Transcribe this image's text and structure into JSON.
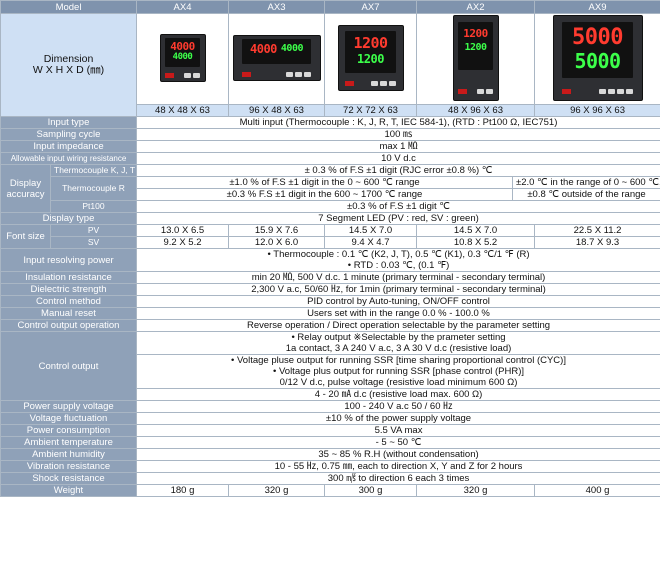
{
  "header": {
    "model": "Model",
    "models": [
      "AX4",
      "AX3",
      "AX7",
      "AX2",
      "AX9"
    ]
  },
  "dimension": {
    "label_line1": "Dimension",
    "label_line2": "W X H X D (㎜)",
    "sizes": [
      "48 X 48 X 63",
      "96 X 48 X 63",
      "72 X 72 X 63",
      "48 X 96 X 63",
      "96 X 96 X 63"
    ],
    "displays": [
      {
        "pv": "4000",
        "sv": "4000"
      },
      {
        "pv": "4000",
        "sv": "4000"
      },
      {
        "pv": "1200",
        "sv": "1200"
      },
      {
        "pv": "1200",
        "sv": "1200"
      },
      {
        "pv": "5000",
        "sv": "5000"
      }
    ]
  },
  "input_type": {
    "label": "Input type",
    "value": "Multi input (Thermocouple : K, J, R, T, IEC 584-1), (RTD : Pt100 Ω, IEC751)"
  },
  "sampling_cycle": {
    "label": "Sampling cycle",
    "value": "100 ㎳"
  },
  "input_impedance": {
    "label": "Input impedance",
    "value": "max 1 ㏁"
  },
  "wiring_resistance": {
    "label": "Allowable input wiring resistance",
    "value": "10 V d.c"
  },
  "display_accuracy": {
    "label_line1": "Display",
    "label_line2": "accuracy",
    "tc_kjt_label": "Thermocouple K, J, T",
    "tc_kjt_value": "± 0.3 % of F.S ±1 digit (RJC error ±0.8 %) ℃",
    "tc_r_label": "Thermocouple R",
    "tc_r_left1": "±1.0 % of F.S ±1 digit in the 0 ~ 600 ℃ range",
    "tc_r_left2": "±0.3 % F.S ±1 digit in the 600 ~ 1700 ℃ range",
    "tc_r_right1": "±2.0 ℃ in the range of 0 ~ 600 ℃,",
    "tc_r_right2": "±0.8 ℃ outside of the range",
    "pt100_label": "Pt100",
    "pt100_value": "±0.3 % of F.S ±1 digit ℃"
  },
  "display_type": {
    "label": "Display type",
    "value": "7 Segment LED (PV : red, SV : green)"
  },
  "font_size": {
    "label": "Font size",
    "pv_label": "PV",
    "sv_label": "SV",
    "pv": [
      "13.0 X 6.5",
      "15.9 X 7.6",
      "14.5 X 7.0",
      "14.5 X 7.0",
      "22.5 X 11.2"
    ],
    "sv": [
      "9.2 X 5.2",
      "12.0 X 6.0",
      "9.4 X 4.7",
      "10.8 X 5.2",
      "18.7 X 9.3"
    ]
  },
  "resolving_power": {
    "label": "Input resolving power",
    "line1": "• Thermocouple : 0.1 ℃ (K2, J, T), 0.5 ℃ (K1), 0.3 ℃/1 ℉ (R)",
    "line2": "• RTD : 0.03 ℃, (0.1 ℉)"
  },
  "insulation": {
    "label": "Insulation resistance",
    "value": "min 20 ㏁, 500 V d.c. 1 minute (primary terminal - secondary terminal)"
  },
  "dielectric": {
    "label": "Dielectric strength",
    "value": "2,300 V a.c, 50/60 ㎐, for 1min (primary terminal - secondary terminal)"
  },
  "control_method": {
    "label": "Control method",
    "value": "PID control by Auto-tuning, ON/OFF control"
  },
  "manual_reset": {
    "label": "Manual reset",
    "value": "Users set with in the range 0.0 % - 100.0 %"
  },
  "control_output_operation": {
    "label": "Control output operation",
    "value": "Reverse operation / Direct operation selectable by the parameter setting"
  },
  "control_output": {
    "label": "Control output",
    "relay1": "• Relay output   ※Selectable by the prameter setting",
    "relay2": "1a contact, 3 A 240 V a.c, 3 A 30 V d.c (resistive load)",
    "ssr1": "• Voltage pluse output for running SSR [time sharing proportional control (CYC)]",
    "ssr2": "• Voltage plus output for running SSR [phase control (PHR)]",
    "ssr3": "0/12 V d.c, pulse voltage (resistive load minimum 600 Ω)",
    "current": "4 - 20 ㎃ d.c (resistive load max. 600 Ω)"
  },
  "power_supply": {
    "label": "Power supply voltage",
    "value": "100 - 240 V a.c 50 / 60 ㎐"
  },
  "voltage_fluctuation": {
    "label": "Voltage fluctuation",
    "value": "±10 % of the power supply voltage"
  },
  "power_consumption": {
    "label": "Power consumption",
    "value": "5.5 VA max"
  },
  "ambient_temperature": {
    "label": "Ambient temperature",
    "value": "- 5 ~ 50 ℃"
  },
  "ambient_humidity": {
    "label": "Ambient humidity",
    "value": "35 ~ 85 % R.H (without condensation)"
  },
  "vibration": {
    "label": "Vibration resistance",
    "value": "10 - 55 ㎐, 0.75 ㎜, each to direction X, Y and Z for 2 hours"
  },
  "shock": {
    "label": "Shock resistance",
    "value": "300 ㎨ to direction 6 each 3 times"
  },
  "weight": {
    "label": "Weight",
    "values": [
      "180 g",
      "320 g",
      "300 g",
      "320 g",
      "400 g"
    ]
  },
  "colors": {
    "header_bg": "#7f93ad",
    "label_bg": "#8fa1b8",
    "dimension_bg": "#cfe0f4",
    "pv_led": "#ff3b2f",
    "sv_led": "#3cff4a"
  }
}
